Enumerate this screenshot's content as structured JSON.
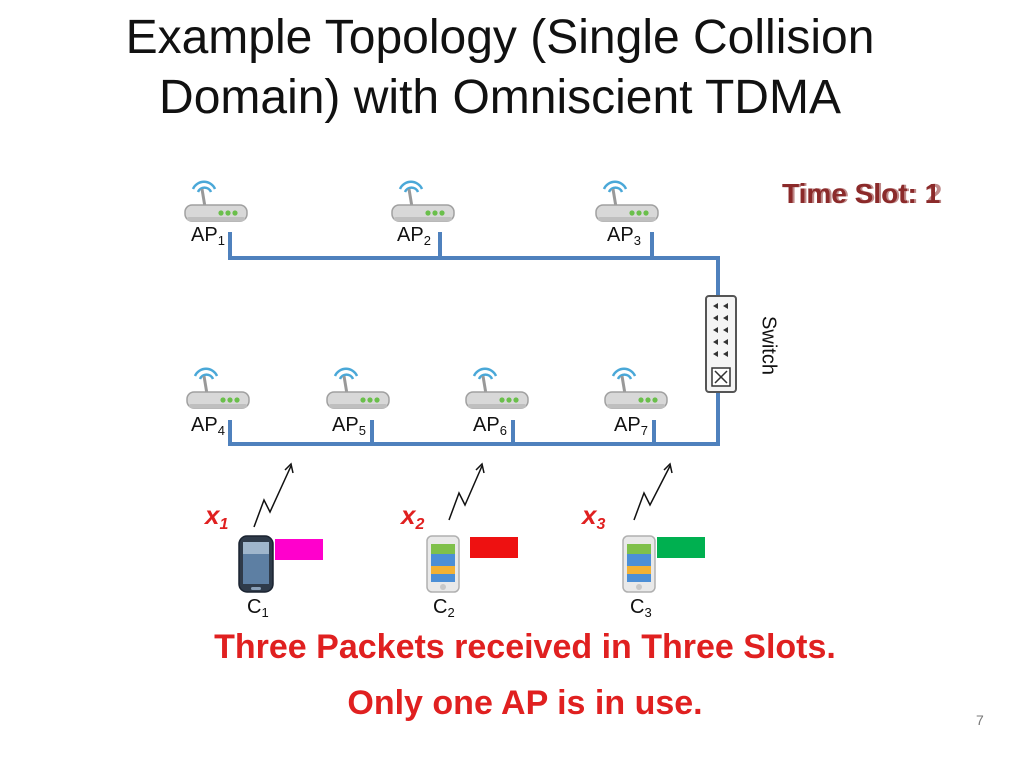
{
  "slide": {
    "title_line1": "Example Topology (Single Collision",
    "title_line2": "Domain) with Omniscient TDMA",
    "time_slot_primary": "Time Slot: 1",
    "time_slot_overlay": "Time Slot: 2",
    "switch_label": "Switch",
    "caption_line1": "Three Packets received in Three Slots.",
    "caption_line2": "Only one AP is in use.",
    "page_number": "7"
  },
  "access_points": [
    {
      "base": "AP",
      "sub": "1"
    },
    {
      "base": "AP",
      "sub": "2"
    },
    {
      "base": "AP",
      "sub": "3"
    },
    {
      "base": "AP",
      "sub": "4"
    },
    {
      "base": "AP",
      "sub": "5"
    },
    {
      "base": "AP",
      "sub": "6"
    },
    {
      "base": "AP",
      "sub": "7"
    }
  ],
  "clients": [
    {
      "base": "C",
      "sub": "1",
      "packet": "x",
      "packet_sub": "1",
      "packet_color": "#ff00cc"
    },
    {
      "base": "C",
      "sub": "2",
      "packet": "x",
      "packet_sub": "2",
      "packet_color": "#ee1111"
    },
    {
      "base": "C",
      "sub": "3",
      "packet": "x",
      "packet_sub": "3",
      "packet_color": "#00b050"
    }
  ],
  "colors": {
    "wire": "#4f81bd",
    "accent_red": "#e02020",
    "time_slot": "#8b2a2a",
    "ap_led": "#6abf4b"
  }
}
